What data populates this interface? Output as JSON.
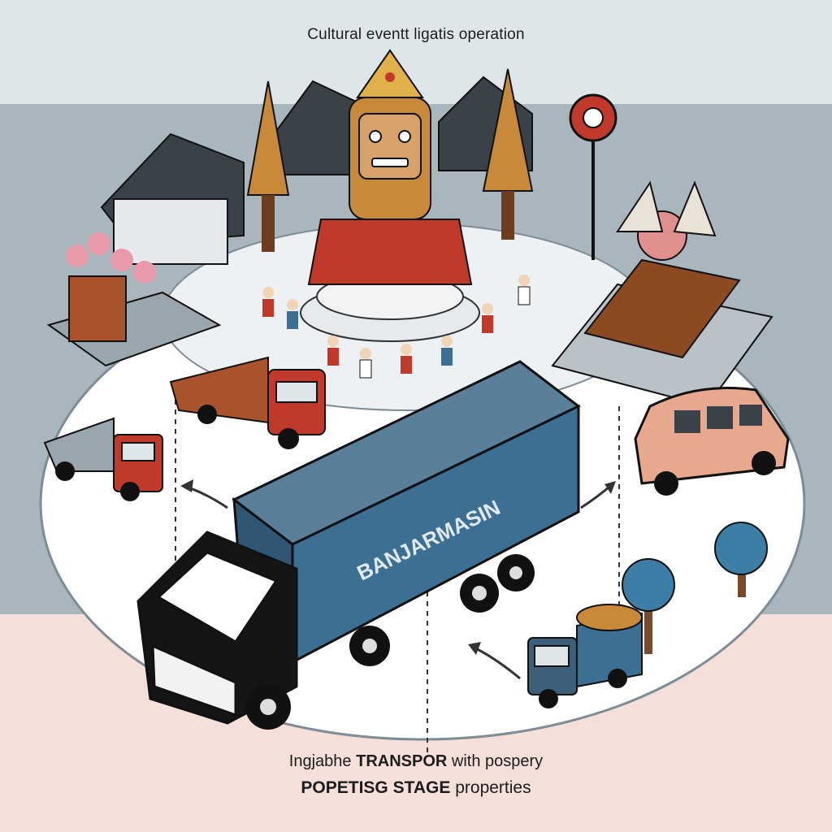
{
  "title": "Cultural eventt ligatis operation",
  "truck_label": "BANJARMASIN",
  "caption_line1_a": "Ingjabhe",
  "caption_line1_b": "TRANSPOR",
  "caption_line1_c": "with pospery",
  "caption_line2_a": "POPETISG STAGE",
  "caption_line2_b": "properties",
  "colors": {
    "sky_band": "#dfe6ea",
    "grey_band": "#a9b6bd",
    "floor": "#f4e0d8",
    "platform": "#ffffff",
    "truck_box": "#3d6f92",
    "truck_cab": "#151515",
    "accent_red": "#c0392b",
    "gold": "#c8893a"
  }
}
